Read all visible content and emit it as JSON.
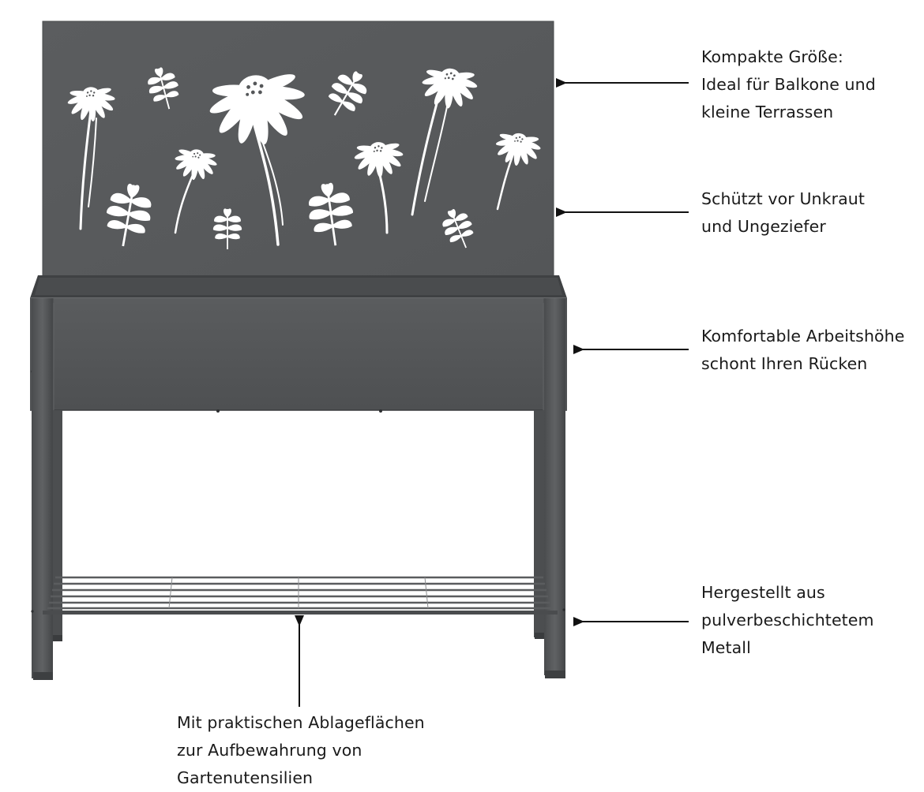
{
  "callouts": {
    "compact_size": {
      "lines": [
        "Kompakte Größe:",
        "Ideal für Balkone und",
        "kleine Terrassen"
      ]
    },
    "weed_protection": {
      "lines": [
        "Schützt vor Unkraut",
        "und Ungeziefer"
      ]
    },
    "working_height": {
      "lines": [
        "Komfortable Arbeitshöhe",
        "schont Ihren Rücken"
      ]
    },
    "material": {
      "lines": [
        "Hergestellt aus",
        "pulverbeschichtetem",
        "Metall"
      ]
    },
    "storage_shelf": {
      "lines": [
        "Mit praktischen Ablageflächen",
        "zur Aufbewahrung von",
        "Gartenutensilien"
      ]
    }
  },
  "colors": {
    "metal": "#555759",
    "metal_dark": "#3f4143",
    "metal_light": "#6a6c6e",
    "cutout": "#ffffff",
    "text": "#1a1a1a",
    "arrow": "#111111"
  },
  "product": {
    "name": "raised-planter-bed-with-decorative-back-panel",
    "icons": [
      "daisy-flower-icon",
      "leaf-sprig-icon"
    ]
  }
}
